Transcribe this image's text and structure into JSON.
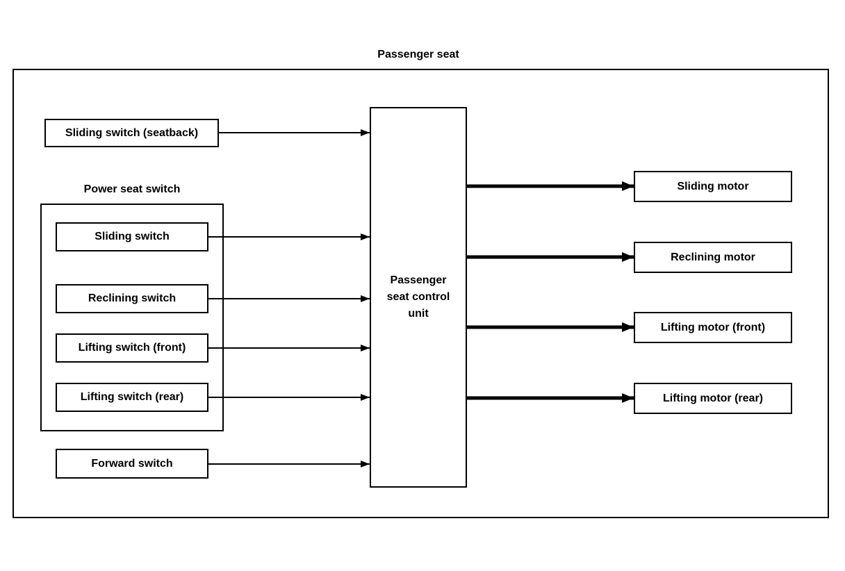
{
  "diagram": {
    "title": "Passenger seat",
    "control_unit": {
      "label": "Passenger\nseat control\nunit"
    },
    "inputs": {
      "seatback_switch": "Sliding switch (seatback)",
      "power_seat_switch": {
        "group_label": "Power seat switch",
        "items": [
          "Sliding switch",
          "Reclining switch",
          "Lifting switch (front)",
          "Lifting switch (rear)"
        ]
      },
      "forward_switch": "Forward switch"
    },
    "outputs": [
      "Sliding motor",
      "Reclining motor",
      "Lifting motor (front)",
      "Lifting motor (rear)"
    ],
    "connections": {
      "to_control_unit": [
        "Sliding switch (seatback)",
        "Sliding switch",
        "Reclining switch",
        "Lifting switch (front)",
        "Lifting switch (rear)",
        "Forward switch"
      ],
      "from_control_unit": [
        "Sliding motor",
        "Reclining motor",
        "Lifting motor (front)",
        "Lifting motor (rear)"
      ]
    },
    "colors": {
      "foreground": "#000000",
      "background": "#ffffff"
    }
  }
}
